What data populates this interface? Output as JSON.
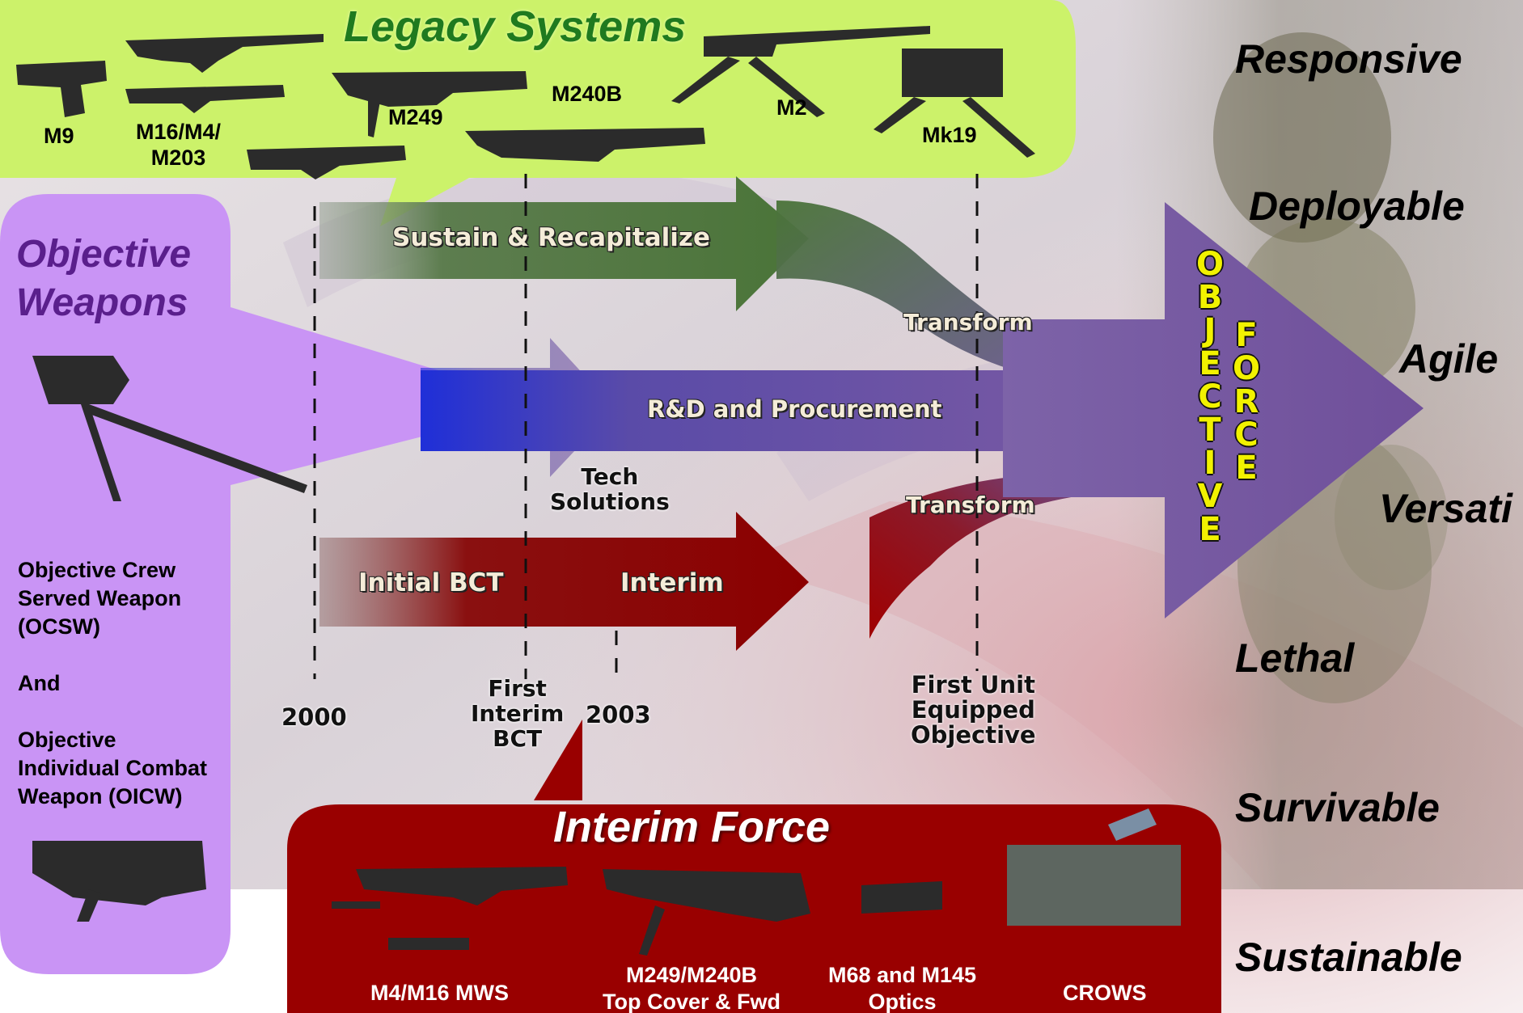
{
  "legacy": {
    "title": "Legacy Systems",
    "weapons": [
      "M9",
      "M16/M4/\nM203",
      "M249",
      "M240B",
      "M2",
      "Mk19"
    ]
  },
  "objective_weapons": {
    "title_line1": "Objective",
    "title_line2": "Weapons",
    "desc1_line1": "Objective Crew",
    "desc1_line2": "Served Weapon",
    "desc1_line3": "(OCSW)",
    "and": "And",
    "desc2_line1": "Objective",
    "desc2_line2": "Individual Combat",
    "desc2_line3": "Weapon (OICW)"
  },
  "arrows": {
    "sustain": "Sustain & Recapitalize",
    "transform_top": "Transform",
    "rd": "R&D and Procurement",
    "tech_line1": "Tech",
    "tech_line2": "Solutions",
    "transform_bottom": "Transform",
    "initial_bct": "Initial BCT",
    "interim": "Interim"
  },
  "milestones": {
    "y2000": "2000",
    "first_interim_line1": "First",
    "first_interim_line2": "Interim",
    "first_interim_line3": "BCT",
    "y2003": "2003",
    "fue_line1": "First Unit",
    "fue_line2": "Equipped",
    "fue_line3": "Objective"
  },
  "objective_force": {
    "col1": [
      "O",
      "B",
      "J",
      "E",
      "C",
      "T",
      "I",
      "V",
      "E"
    ],
    "col2": [
      "F",
      "O",
      "R",
      "C",
      "E"
    ]
  },
  "attributes": [
    "Responsive",
    "Deployable",
    "Agile",
    "Versati",
    "Lethal",
    "Survivable",
    "Sustainable"
  ],
  "interim_force": {
    "title": "Interim Force",
    "items": [
      "M4/M16 MWS",
      "M249/M240B\nTop Cover & Fwd",
      "M68 and M145\nOptics",
      "CROWS"
    ]
  },
  "colors": {
    "legacy_green": "#ccf26a",
    "objective_purple": "#c994f5",
    "interim_red": "#990000",
    "arrow_green": "#4f7f3f",
    "arrow_purple": "#6a4f95",
    "arrow_red": "#8b0000",
    "vertical_text": "#f2f200"
  }
}
